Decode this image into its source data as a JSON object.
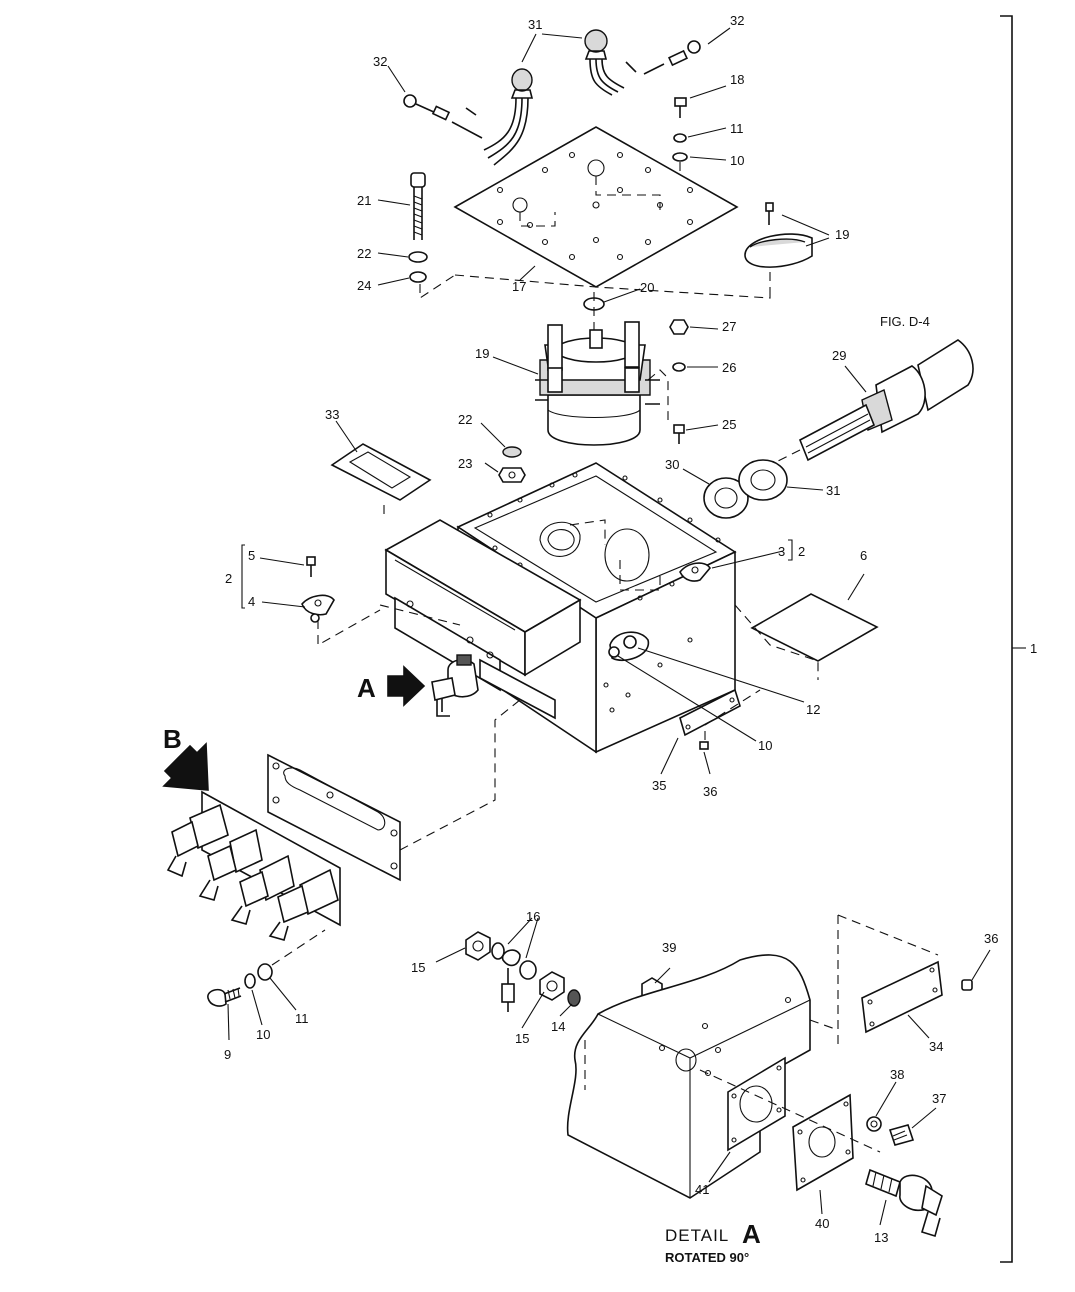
{
  "callouts": {
    "c1": "1",
    "c2a": "2",
    "c2b": "2",
    "c3": "3",
    "c4": "4",
    "c5": "5",
    "c6": "6",
    "c9": "9",
    "c10a": "10",
    "c10b": "10",
    "c10c": "10",
    "c11a": "11",
    "c11b": "11",
    "c12": "12",
    "c13": "13",
    "c14": "14",
    "c15a": "15",
    "c15b": "15",
    "c16": "16",
    "c17": "17",
    "c18": "18",
    "c19a": "19",
    "c19b": "19",
    "c20": "20",
    "c21": "21",
    "c22a": "22",
    "c22b": "22",
    "c23": "23",
    "c24": "24",
    "c25": "25",
    "c26": "26",
    "c27": "27",
    "c29": "29",
    "c30": "30",
    "c31a": "31",
    "c31b": "31",
    "c32a": "32",
    "c32b": "32",
    "c33": "33",
    "c34": "34",
    "c35": "35",
    "c36a": "36",
    "c36b": "36",
    "c37": "37",
    "c38": "38",
    "c39": "39",
    "c40": "40",
    "c41": "41"
  },
  "references": {
    "fig": "FIG. D-4"
  },
  "view_markers": {
    "a": "A",
    "b": "B"
  },
  "detail": {
    "word": "DETAIL",
    "letter": "A",
    "rotated": "ROTATED 90°"
  }
}
